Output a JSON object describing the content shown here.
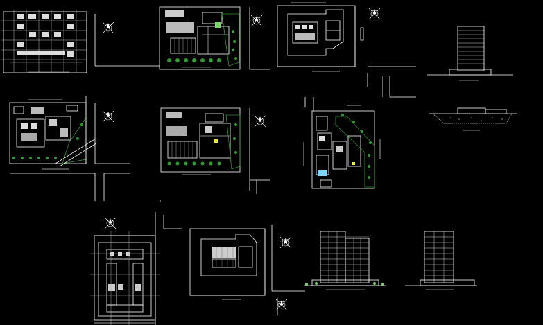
{
  "colors": {
    "background": "#000000",
    "line": "#ffffff",
    "grey": "#9a9a9a",
    "green": "#2f9a2f",
    "lightgreen": "#7bd36b",
    "cyan": "#7fd3ff",
    "yellow": "#e8e840"
  },
  "icons": [
    "north-arrow-icon"
  ],
  "sheets": [
    {
      "id": "site-plan-1"
    },
    {
      "id": "ground-floor-plan-1"
    },
    {
      "id": "roof-plan-1"
    },
    {
      "id": "tower-elevation-small"
    },
    {
      "id": "site-plan-2"
    },
    {
      "id": "ground-floor-plan-2"
    },
    {
      "id": "floor-plan-rotated"
    },
    {
      "id": "site-section"
    },
    {
      "id": "typical-floor-plan"
    },
    {
      "id": "tower-plan"
    },
    {
      "id": "tower-elevation-large-1"
    },
    {
      "id": "tower-elevation-large-2"
    }
  ]
}
